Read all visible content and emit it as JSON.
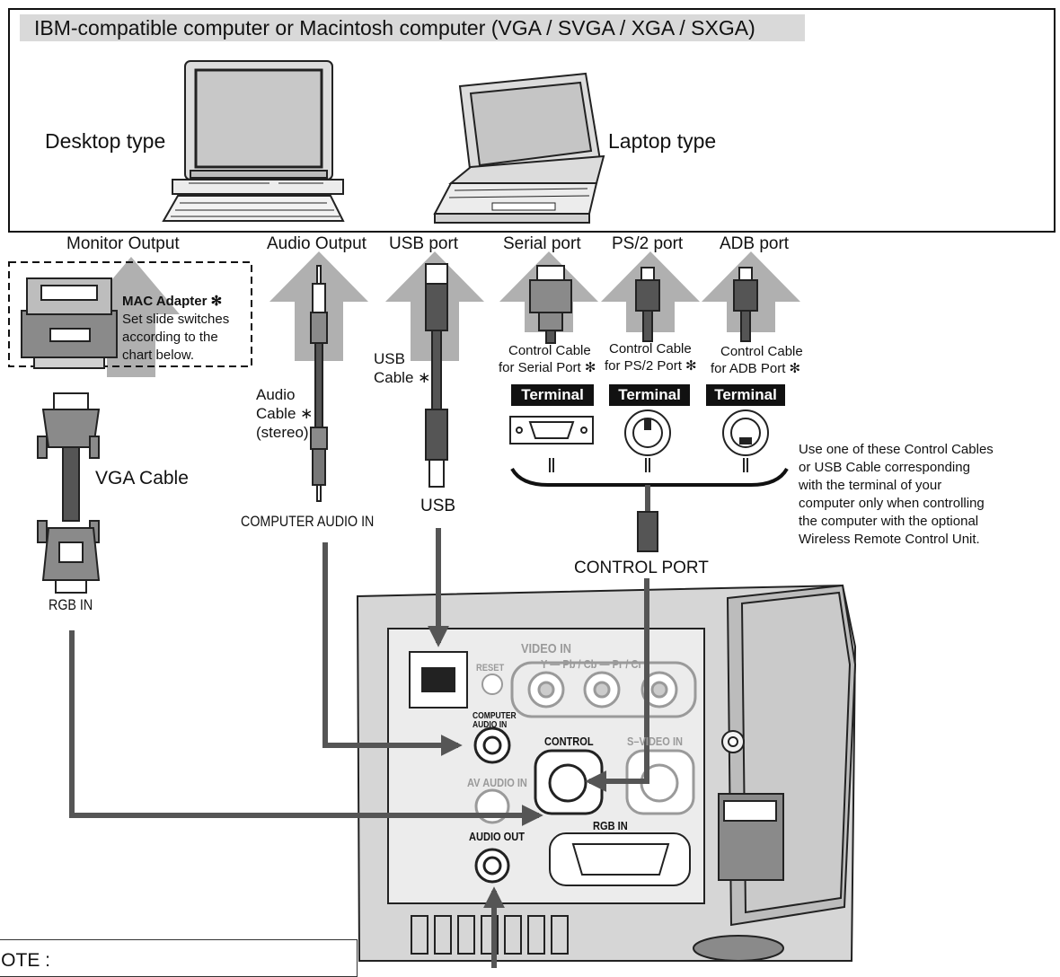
{
  "header": {
    "title": "IBM-compatible computer or Macintosh computer (VGA / SVGA / XGA / SXGA)",
    "desktop_label": "Desktop type",
    "laptop_label": "Laptop type"
  },
  "ports": {
    "monitor_output": "Monitor Output",
    "audio_output": "Audio Output",
    "usb_port": "USB port",
    "serial_port": "Serial port",
    "ps2_port": "PS/2 port",
    "adb_port": "ADB port"
  },
  "mac_adapter": {
    "title": "MAC Adapter ✻",
    "line1": "Set slide switches",
    "line2": "according to the",
    "line3": "chart below."
  },
  "cables": {
    "vga": "VGA Cable",
    "audio_line1": "Audio",
    "audio_line2": "Cable ∗",
    "audio_line3": "(stereo)",
    "usb_line1": "USB",
    "usb_line2": "Cable ∗",
    "ctrl_serial_line1": "Control Cable",
    "ctrl_serial_line2": "for Serial Port ✻",
    "ctrl_ps2_line1": "Control Cable",
    "ctrl_ps2_line2": "for PS/2 Port ✻",
    "ctrl_adb_line1": "Control Cable",
    "ctrl_adb_line2": "for ADB Port ✻"
  },
  "terminal_label": "Terminal",
  "inputs": {
    "rgb_in": "RGB IN",
    "computer_audio_in": "COMPUTER AUDIO IN",
    "usb": "USB",
    "control_port": "CONTROL PORT"
  },
  "note_side": {
    "line1": "Use one of these Control Cables",
    "line2": "or USB Cable corresponding",
    "line3": "with the terminal of your",
    "line4": "computer only when controlling",
    "line5": "the computer with the optional",
    "line6": "Wireless Remote Control Unit."
  },
  "panel": {
    "video_in": "VIDEO IN",
    "video_sub": "Y — Pb / Cb — Pr / Cr",
    "reset": "RESET",
    "computer_audio_in_1": "COMPUTER",
    "computer_audio_in_2": "AUDIO IN",
    "control": "CONTROL",
    "s_video_in": "S–VIDEO IN",
    "av_audio_in": "AV AUDIO IN",
    "rgb_in": "RGB IN",
    "audio_out": "AUDIO OUT"
  },
  "note_box": {
    "label": "NOTE :"
  },
  "colors": {
    "arrow_gray": "#b0b0b0",
    "projector_body": "#d6d6d6",
    "panel_face": "#ececec",
    "cable_dark": "#555555",
    "connector_gray": "#8a8a8a"
  }
}
